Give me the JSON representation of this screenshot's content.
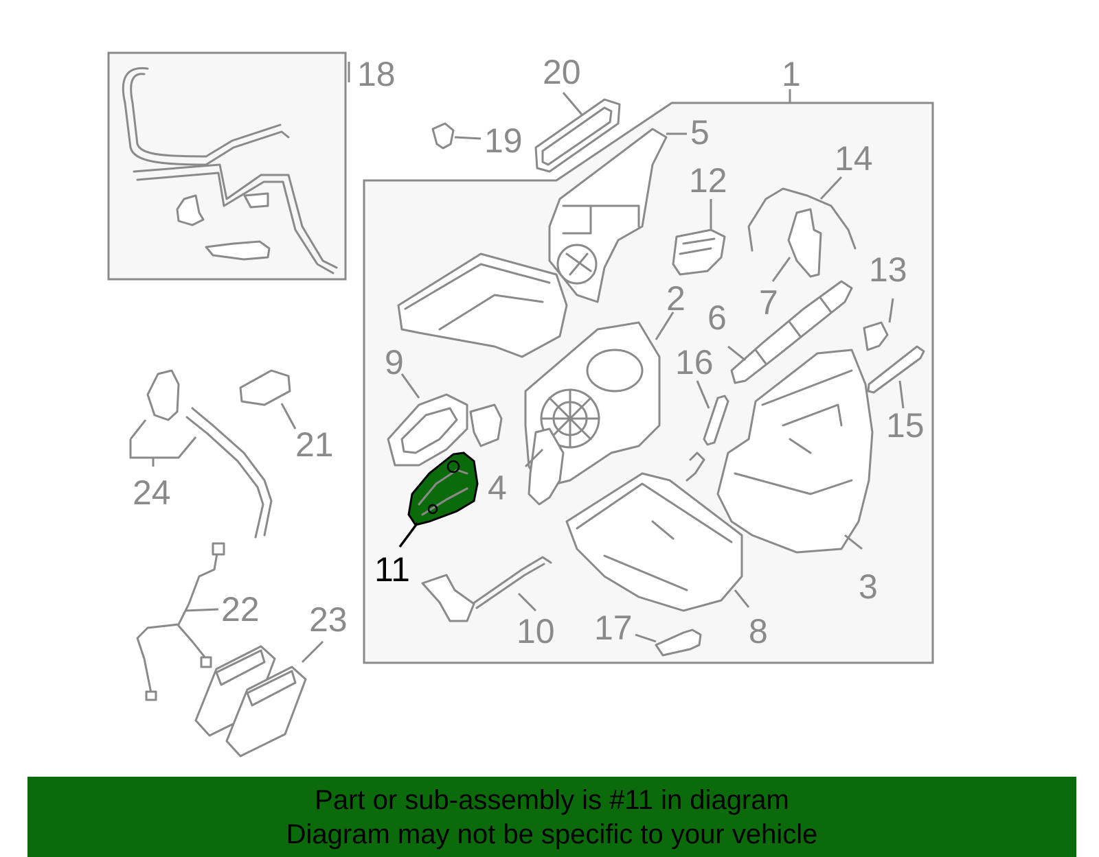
{
  "diagram": {
    "callouts": [
      {
        "id": "1",
        "label": "1"
      },
      {
        "id": "2",
        "label": "2"
      },
      {
        "id": "3",
        "label": "3"
      },
      {
        "id": "4",
        "label": "4"
      },
      {
        "id": "5",
        "label": "5"
      },
      {
        "id": "6",
        "label": "6"
      },
      {
        "id": "7",
        "label": "7"
      },
      {
        "id": "8",
        "label": "8"
      },
      {
        "id": "9",
        "label": "9"
      },
      {
        "id": "10",
        "label": "10"
      },
      {
        "id": "11",
        "label": "11"
      },
      {
        "id": "12",
        "label": "12"
      },
      {
        "id": "13",
        "label": "13"
      },
      {
        "id": "14",
        "label": "14"
      },
      {
        "id": "15",
        "label": "15"
      },
      {
        "id": "16",
        "label": "16"
      },
      {
        "id": "17",
        "label": "17"
      },
      {
        "id": "18",
        "label": "18"
      },
      {
        "id": "19",
        "label": "19"
      },
      {
        "id": "20",
        "label": "20"
      },
      {
        "id": "21",
        "label": "21"
      },
      {
        "id": "22",
        "label": "22"
      },
      {
        "id": "23",
        "label": "23"
      },
      {
        "id": "24",
        "label": "24"
      }
    ],
    "highlighted_part": "11",
    "colors": {
      "highlight_fill": "#0b6b0b",
      "line_gray": "#8a8a8a",
      "box_fill": "#f7f7f7"
    }
  },
  "banner": {
    "line1": "Part or sub-assembly is #11 in diagram",
    "line2": "Diagram may not be specific to your vehicle",
    "background": "#0b6b0b"
  }
}
